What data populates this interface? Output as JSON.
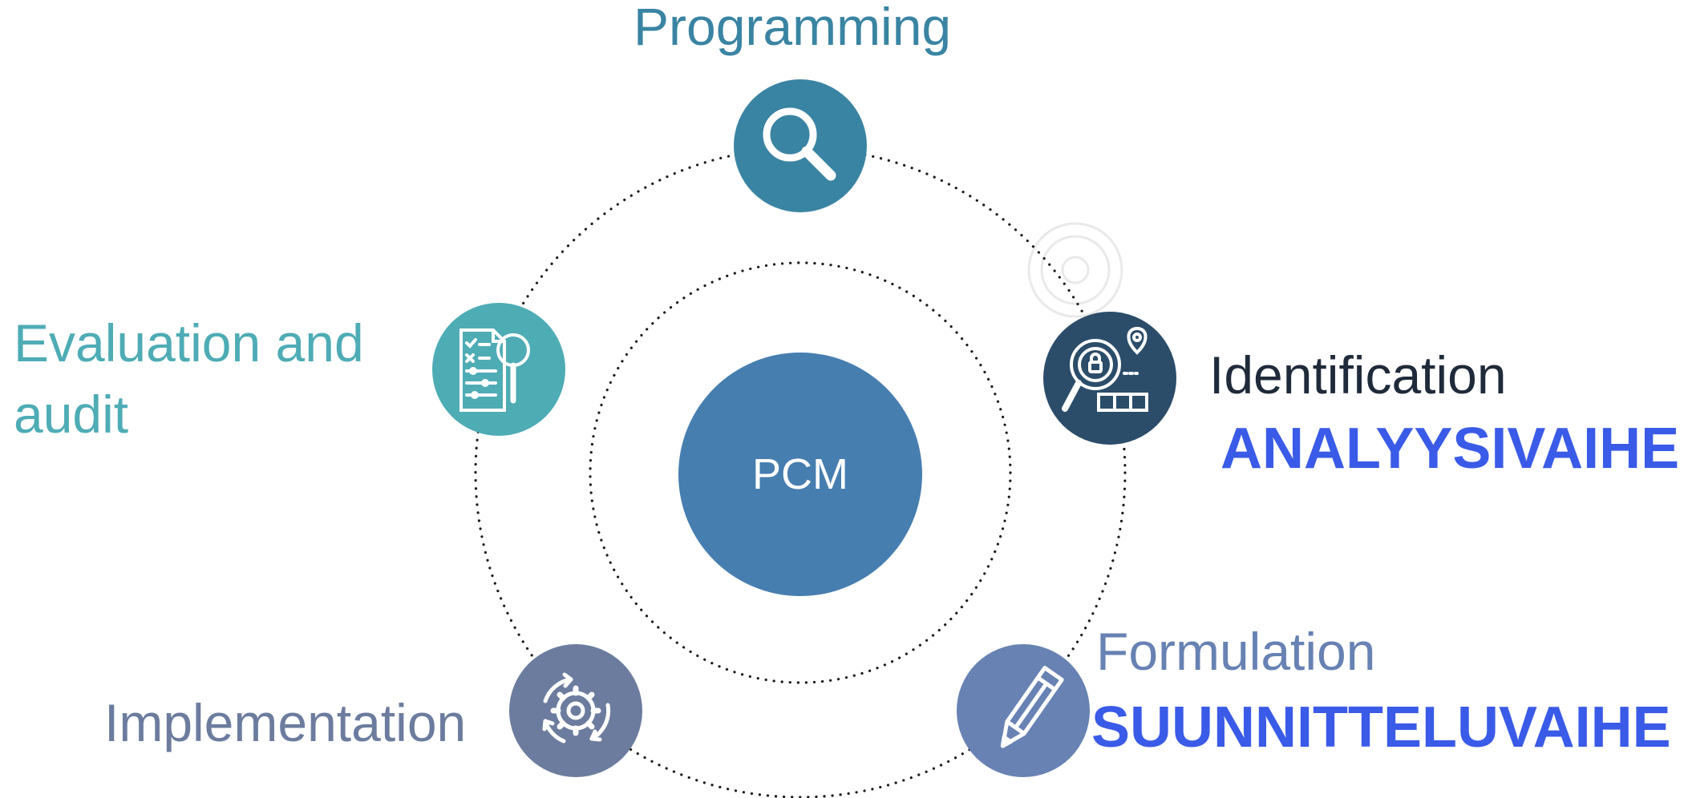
{
  "center": {
    "label": "PCM"
  },
  "stages": {
    "programming": {
      "label": "Programming",
      "icon": "magnifier-icon"
    },
    "identification": {
      "label": "Identification",
      "sub_label": "ANALYYSIVAIHE",
      "icon": "identification-search-icon"
    },
    "formulation": {
      "label": "Formulation",
      "sub_label": "SUUNNITTELUVAIHE",
      "icon": "pencil-icon"
    },
    "implementation": {
      "label": "Implementation",
      "icon": "gear-cycle-icon"
    },
    "evaluation": {
      "label_line1": "Evaluation and",
      "label_line2": "audit",
      "icon": "document-magnifier-icon"
    }
  },
  "colors": {
    "center": "#467eb0",
    "programming": "#3a84a3",
    "identification": "#2b4d6a",
    "formulation": "#6782b3",
    "implementation": "#6c7c9e",
    "evaluation": "#4eacb5",
    "sub_label": "#3a5be8",
    "identification_text": "#1f2a3a"
  }
}
